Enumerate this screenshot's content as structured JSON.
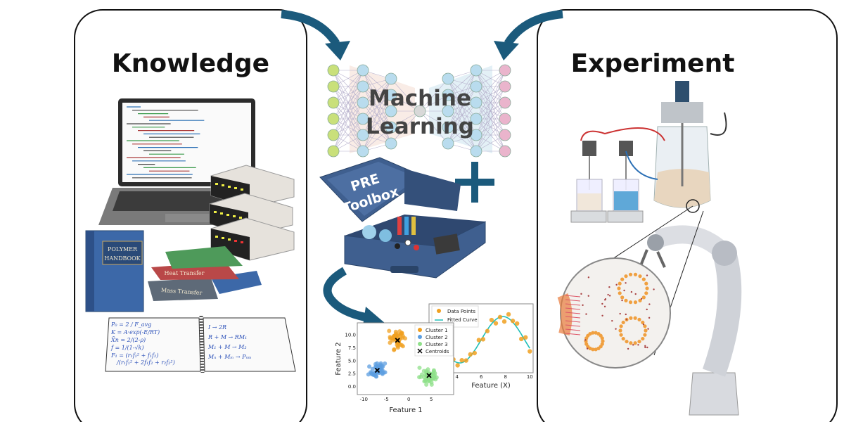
{
  "panels": {
    "left_title": "Knowledge",
    "right_title": "Experiment"
  },
  "center": {
    "ml_line1": "Machine",
    "ml_line2": "Learning",
    "toolbox_line1": "PRE",
    "toolbox_line2": "Toolbox",
    "plus": "+"
  },
  "books": {
    "handbook_line1": "POLYMER",
    "handbook_line2": "HANDBOOK",
    "book_red": "Heat Transfer",
    "book_gray": "Mass Transfer"
  },
  "notebook": {
    "equations_left": [
      "P₀ = 2 / F_avg",
      "K = A·exp(-E/RT)",
      "X̄n = 2/(2-ρ)",
      "f = 1/(1-√k)",
      "F₁ = (r₁f₁² + f₁f₂)/(r₁f₁² + 2f₁f₂ + r₂f₂²)"
    ],
    "equations_right": [
      "I → 2R",
      "R + M → RM₁",
      "M₁ + M → M₂",
      "Mₙ + Mₘ → Pₙₘ"
    ]
  },
  "colors": {
    "arrow": "#1b5a7c",
    "toolbox": "#3f5f8f",
    "input_nodes": "#c9e07a",
    "hidden_nodes": "#b9dcee",
    "output_nodes": "#eab4cc",
    "cluster1": "#f0a020",
    "cluster2": "#5c9ee0",
    "cluster3": "#8fe08a",
    "fitted_curve": "#1fbfb8"
  },
  "cluster_plot": {
    "xlabel": "Feature 1",
    "ylabel": "Feature 2",
    "xticks": [
      "-10",
      "-5",
      "0",
      "5"
    ],
    "yticks": [
      "0.0",
      "2.5",
      "5.0",
      "7.5",
      "10.0"
    ],
    "legend": [
      "Cluster 1",
      "Cluster 2",
      "Cluster 3",
      "Centroids"
    ],
    "centroids": [
      [
        -2.5,
        9
      ],
      [
        -7,
        3.2
      ],
      [
        4.5,
        2.2
      ]
    ]
  },
  "fit_plot": {
    "xlabel": "Feature (X)",
    "xticks": [
      "4",
      "6",
      "8",
      "10"
    ],
    "legend": [
      "Data Points",
      "Fitted Curve"
    ]
  }
}
